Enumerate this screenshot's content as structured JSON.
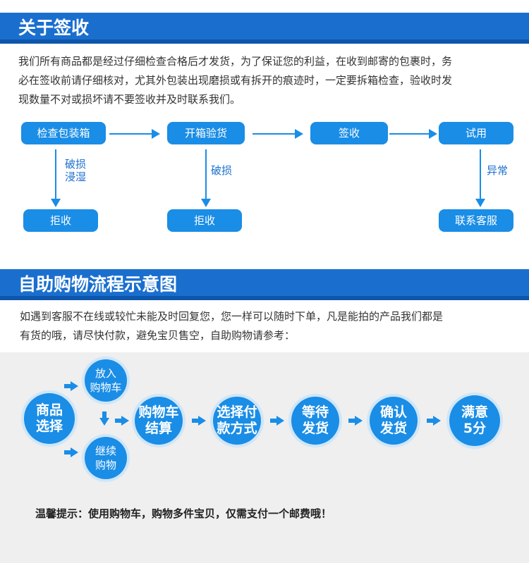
{
  "sign_section": {
    "title": "关于签收",
    "paragraph_lines": [
      "我们所有商品都是经过仔细检查合格后才发货，为了保证您的利益，在收到邮寄的包裹时，务",
      "必在签收前请仔细核对，尤其外包装出现磨损或有拆开的痕迹时，一定要拆箱检查，验收时发",
      "现数量不对或损坏请不要签收并及时联系我们。"
    ],
    "flow": {
      "step1": "检查包装箱",
      "step2": "开箱验货",
      "step3": "签收",
      "step4": "试用",
      "branch1_label": "破损\n浸湿",
      "branch1_result": "拒收",
      "branch2_label": "破损",
      "branch2_result": "拒收",
      "branch4_label": "异常",
      "branch4_result": "联系客服"
    }
  },
  "shop_section": {
    "title": "自助购物流程示意图",
    "paragraph_lines": [
      "如遇到客服不在线或较忙未能及时回复您，您一样可以随时下单，凡是能拍的产品我们都是",
      "有货的哦，请尽快付款，避免宝贝售空，自助购物请参考："
    ],
    "flow": {
      "start": "商品\n选择",
      "opt_top": "放入\n购物车",
      "opt_bottom": "继续\n购物",
      "step_cart": "购物车\n结算",
      "step_pay": "选择付\n款方式",
      "step_wait": "等待\n发货",
      "step_confirm": "确认\n发货",
      "step_rate": "满意\n5分"
    },
    "tip": "温馨提示：使用购物车，购物多件宝贝，仅需支付一个邮费哦！"
  }
}
